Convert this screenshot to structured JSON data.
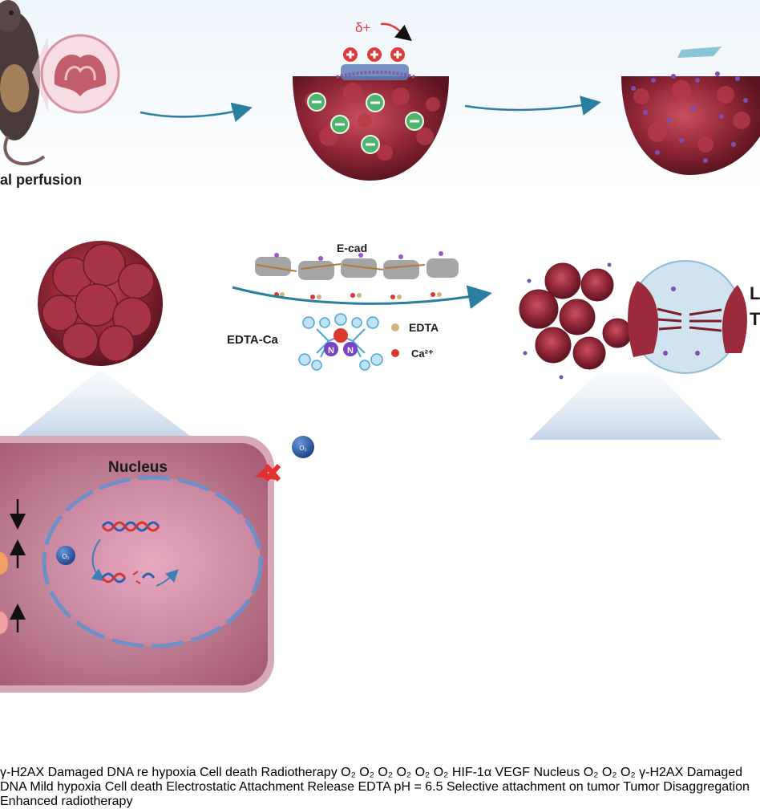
{
  "top": {
    "perfusion_label": "al perfusion",
    "arrow1_line1": "Electrostatic",
    "arrow1_line2": "Attachment",
    "delta_label": "δ+",
    "arrow2_line1": "Release EDTA",
    "arrow2_line2": "pH = 6.5",
    "caption": "Selective attachment on tumor"
  },
  "middle": {
    "ecad_label": "E-cad",
    "edta_ca_label": "EDTA-Ca",
    "legend_edta": "EDTA",
    "legend_ca": "Ca²⁺",
    "chelate_n": "N",
    "caption": "Tumor Disaggregation",
    "right_cut_1": "L",
    "right_cut_2": "T"
  },
  "left_cell": {
    "nucleus": "Nucleus",
    "gamma": "γ-H2AX",
    "damaged": "Damaged DNA",
    "hypoxia": "re hypoxia",
    "death": "Cell death",
    "o2": "O₂"
  },
  "center": {
    "radiotherapy": "Radiotherapy"
  },
  "right_cell": {
    "nucleus": "Nucleus",
    "hif": "HIF-1α",
    "vegf": "VEGF",
    "gamma": "γ-H2AX",
    "damaged": "Damaged DNA",
    "hypoxia": "Mild hypoxia",
    "death": "Cell death",
    "o2": "O₂"
  },
  "bottom_caption": "Enhanced radiotherapy",
  "colors": {
    "membrane": "#c79aa8",
    "left_cytoplasm": "#b2677f",
    "right_cytoplasm": "#e6cbe6",
    "nucleus_dash": "#6f8fc8",
    "o2_ball": "#2d5ca8",
    "tumor": "#9b2b3a",
    "hif_pill": "#f3c29a",
    "vegf_pill": "#f2b7b7",
    "gamma_pill": "#c7a9e8",
    "arrow_teal": "#2a8aa8"
  }
}
